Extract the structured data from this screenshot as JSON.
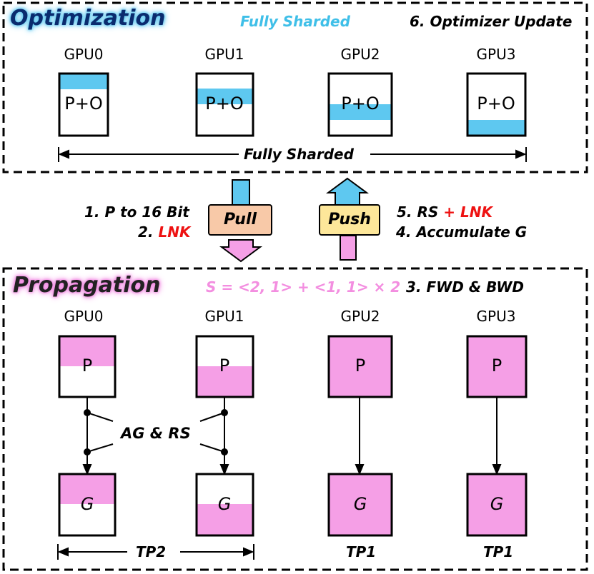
{
  "optimization": {
    "title": "Optimization",
    "subtitle": "Fully Sharded",
    "step": "6. Optimizer Update",
    "gpus": [
      "GPU0",
      "GPU1",
      "GPU2",
      "GPU3"
    ],
    "box_label": "P+O",
    "span_label": "Fully Sharded",
    "colors": {
      "shard": "#5ec8f0",
      "frame": "#000000"
    }
  },
  "transfer": {
    "pull_label": "Pull",
    "push_label": "Push",
    "left_steps": {
      "step1": "1. P to 16 Bit",
      "step2_prefix": "2. ",
      "step2_highlight": "LNK"
    },
    "right_steps": {
      "step5_prefix": "5. RS ",
      "step5_highlight": "+ LNK",
      "step4": "4. Accumulate G"
    },
    "colors": {
      "pull_fill": "#f8c9a8",
      "push_fill": "#fde79a",
      "blue_arrow": "#5ec8f0",
      "pink_arrow": "#f59fe6",
      "highlight": "#ee1111"
    }
  },
  "propagation": {
    "title": "Propagation",
    "formula": "S = <2, 1> + <1, 1> × 2",
    "step": "3. FWD & BWD",
    "gpus": [
      "GPU0",
      "GPU1",
      "GPU2",
      "GPU3"
    ],
    "param_label": "P",
    "grad_label": "G",
    "collective_label": "AG & RS",
    "tp_labels": [
      "TP2",
      "TP1",
      "TP1"
    ],
    "colors": {
      "fill": "#f59fe6"
    }
  }
}
